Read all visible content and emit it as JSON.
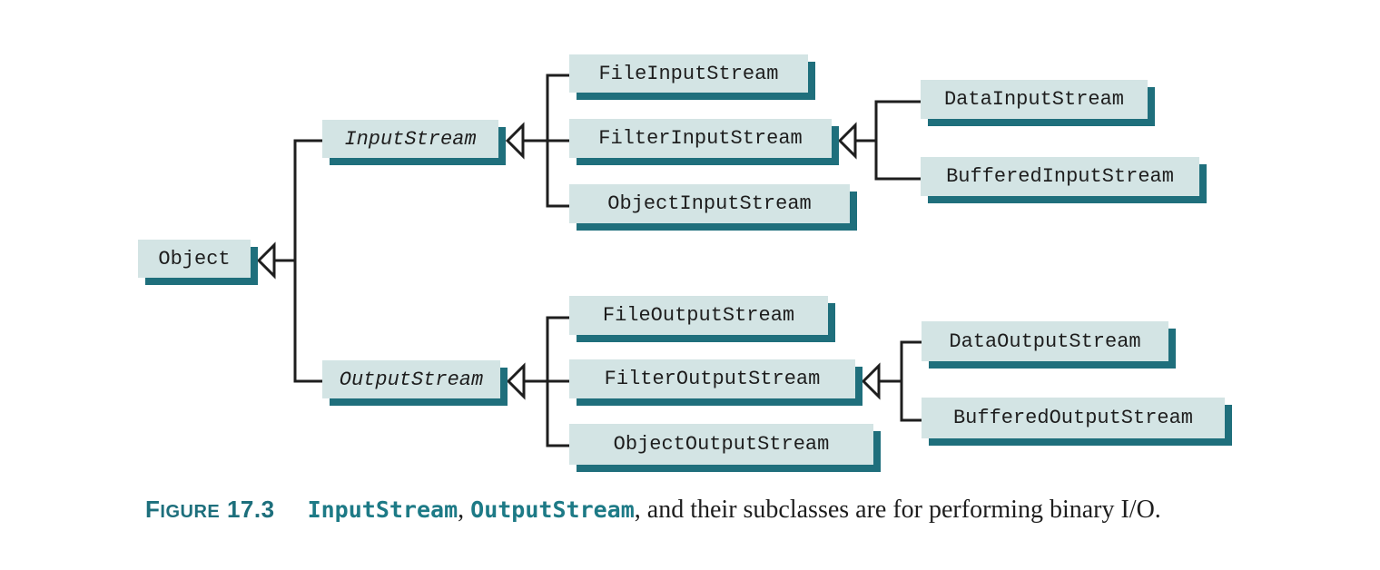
{
  "classes": {
    "object": "Object",
    "input_stream": "InputStream",
    "output_stream": "OutputStream",
    "file_input_stream": "FileInputStream",
    "filter_input_stream": "FilterInputStream",
    "object_input_stream": "ObjectInputStream",
    "data_input_stream": "DataInputStream",
    "buffered_input_stream": "BufferedInputStream",
    "file_output_stream": "FileOutputStream",
    "filter_output_stream": "FilterOutputStream",
    "object_output_stream": "ObjectOutputStream",
    "data_output_stream": "DataOutputStream",
    "buffered_output_stream": "BufferedOutputStream"
  },
  "abstract_classes": [
    "input_stream",
    "output_stream"
  ],
  "inheritance": [
    {
      "parent": "object",
      "children": [
        "input_stream",
        "output_stream"
      ]
    },
    {
      "parent": "input_stream",
      "children": [
        "file_input_stream",
        "filter_input_stream",
        "object_input_stream"
      ]
    },
    {
      "parent": "filter_input_stream",
      "children": [
        "data_input_stream",
        "buffered_input_stream"
      ]
    },
    {
      "parent": "output_stream",
      "children": [
        "file_output_stream",
        "filter_output_stream",
        "object_output_stream"
      ]
    },
    {
      "parent": "filter_output_stream",
      "children": [
        "data_output_stream",
        "buffered_output_stream"
      ]
    }
  ],
  "colors": {
    "box_fill": "#d3e4e4",
    "box_shadow": "#1f6f7c",
    "line": "#1e1e1e",
    "caption_accent": "#1d6f7c"
  },
  "caption": {
    "figure_word_initial": "F",
    "figure_word_rest": "IGURE",
    "figure_number": "17.3",
    "code_1": "InputStream",
    "sep_1": ", ",
    "code_2": "OutputStream",
    "rest": ", and their subclasses are for performing binary I/O."
  }
}
